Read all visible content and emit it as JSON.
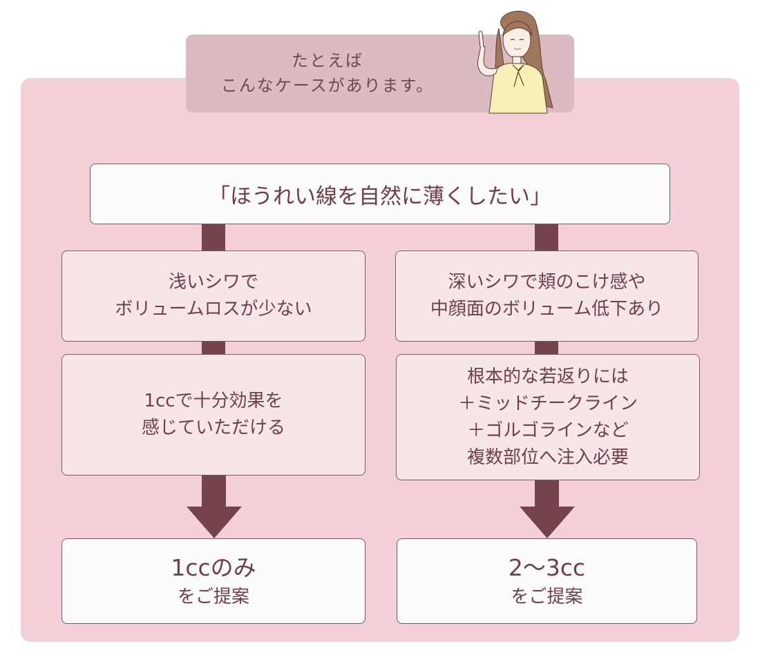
{
  "intro": {
    "line1": "たとえば",
    "line2": "こんなケースがあります。"
  },
  "top": {
    "text": "「ほうれい線を自然に薄くしたい」"
  },
  "left": {
    "condition": [
      "浅いシワで",
      "ボリュームロスが少ない"
    ],
    "detail": [
      "1ccで十分効果を",
      "感じていただける"
    ],
    "result_amount": "1ccのみ",
    "result_suffix": "をご提案"
  },
  "right": {
    "condition": [
      "深いシワで頬のこけ感や",
      "中顔面のボリューム低下あり"
    ],
    "detail": [
      "根本的な若返りには",
      "＋ミッドチークライン",
      "＋ゴルゴラインなど",
      "複数部位へ注入必要"
    ],
    "result_amount": "2〜3cc",
    "result_suffix": "をご提案"
  },
  "colors": {
    "panel": "#f4d1d9",
    "header": "#dcbbc0",
    "arrow": "#74434b",
    "text": "#6e3f47"
  }
}
